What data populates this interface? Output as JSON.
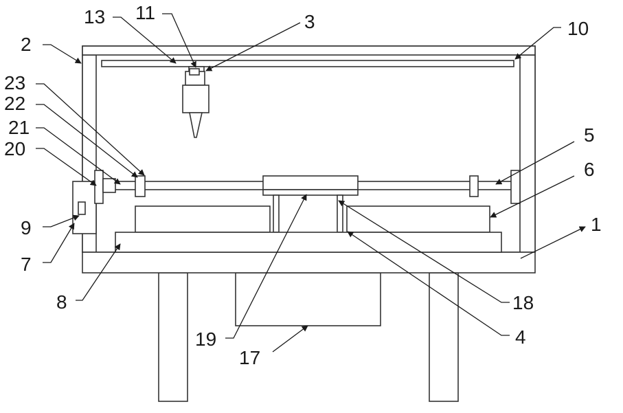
{
  "labels": {
    "l1": "1",
    "l2": "2",
    "l3": "3",
    "l4": "4",
    "l5": "5",
    "l6": "6",
    "l7": "7",
    "l8": "8",
    "l9": "9",
    "l10": "10",
    "l11": "11",
    "l13": "13",
    "l17": "17",
    "l18": "18",
    "l19": "19",
    "l20": "20",
    "l21": "21",
    "l22": "22",
    "l23": "23"
  },
  "colors": {
    "line": "#333333",
    "background": "#ffffff"
  }
}
